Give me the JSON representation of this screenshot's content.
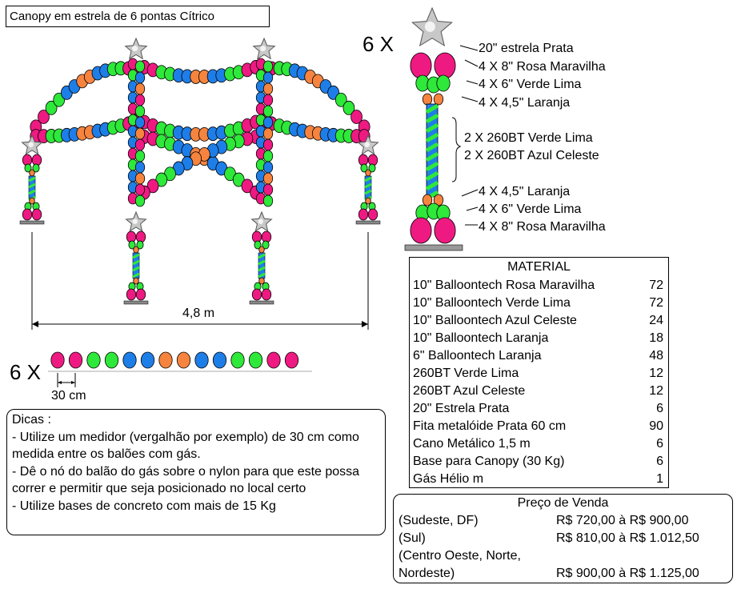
{
  "title": "Canopy em estrela de 6 pontas Cítrico",
  "colors": {
    "pink": "#ee1a82",
    "green": "#2ee83a",
    "blue": "#1e7ee8",
    "orange": "#f6843e",
    "silver": "#c8c8c8"
  },
  "column_detail": {
    "multiplier": "6 X",
    "callouts": [
      "20\" estrela Prata",
      "4 X 8\" Rosa Maravilha",
      "4 X 6\" Verde Lima",
      "4 X 4,5\" Laranja",
      "2 X 260BT Verde Lima",
      "2 X 260BT Azul Celeste",
      "4 X 4,5\" Laranja",
      "4 X 6\" Verde Lima",
      "4 X 8\" Rosa Maravilha"
    ]
  },
  "width_label": "4,8 m",
  "garland": {
    "multiplier": "6 X",
    "spacing_label": "30 cm",
    "balloon_colors": [
      "pink",
      "pink",
      "green",
      "green",
      "blue",
      "blue",
      "orange",
      "orange",
      "blue",
      "blue",
      "green",
      "green",
      "pink",
      "pink"
    ]
  },
  "material": {
    "title": "MATERIAL",
    "rows": [
      {
        "name": "10\" Balloontech Rosa Maravilha",
        "qty": "72"
      },
      {
        "name": "10\" Balloontech Verde Lima",
        "qty": "72"
      },
      {
        "name": "10\" Balloontech Azul Celeste",
        "qty": "24"
      },
      {
        "name": "10\" Balloontech Laranja",
        "qty": "18"
      },
      {
        "name": "6\" Balloontech Laranja",
        "qty": "48"
      },
      {
        "name": "260BT Verde Lima",
        "qty": "12"
      },
      {
        "name": "260BT Azul Celeste",
        "qty": "12"
      },
      {
        "name": "20\" Estrela Prata",
        "qty": "6"
      },
      {
        "name": "Fita metalóide Prata 60 cm",
        "qty": "90"
      },
      {
        "name": "Cano Metálico 1,5 m",
        "qty": "6"
      },
      {
        "name": "Base para Canopy (30 Kg)",
        "qty": "6"
      },
      {
        "name": "Gás Hélio m",
        "qty": "1"
      }
    ]
  },
  "tips": {
    "title": "Dicas :",
    "items": [
      "- Utilize um medidor (vergalhão por exemplo) de 30 cm como medida entre os balões com gás.",
      "- Dê o nó do balão do gás sobre o nylon para que este possa correr e permitir que seja posicionado no local certo",
      "- Utilize bases de concreto com mais de 15 Kg"
    ]
  },
  "price": {
    "title": "Preço de Venda",
    "rows": [
      {
        "region": "(Sudeste, DF)",
        "value": "R$ 720,00 à R$ 900,00"
      },
      {
        "region": "(Sul)",
        "value": "R$ 810,00 à R$ 1.012,50"
      },
      {
        "region": "(Centro Oeste, Norte,",
        "value": ""
      },
      {
        "region": "Nordeste)",
        "value": "R$ 900,00 à R$ 1.125,00"
      }
    ]
  }
}
